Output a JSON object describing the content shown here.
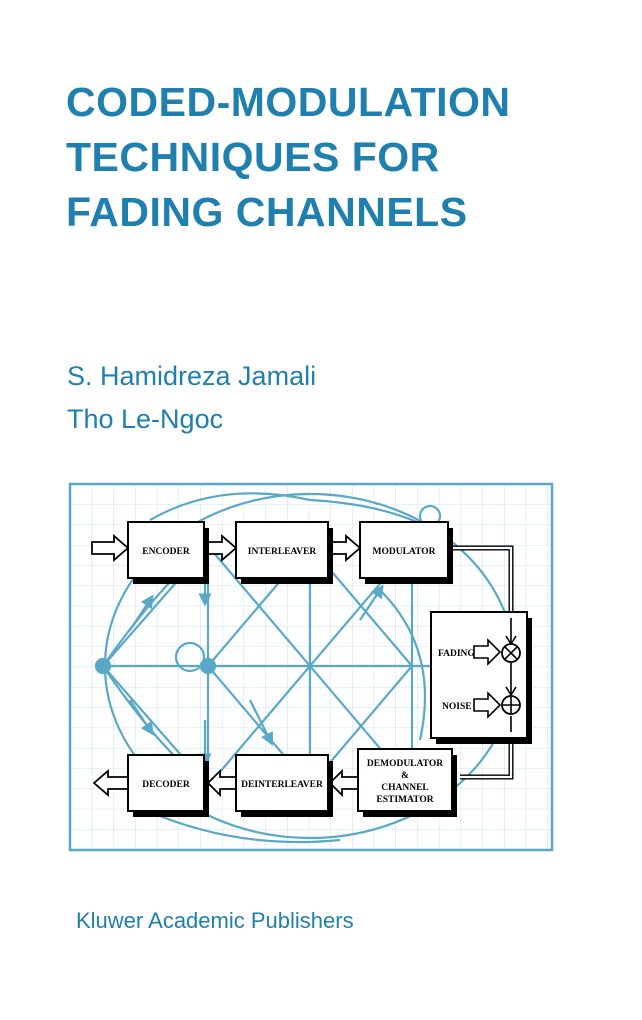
{
  "cover": {
    "title_lines": [
      "CODED-MODULATION",
      "TECHNIQUES FOR",
      "FADING CHANNELS"
    ],
    "authors": [
      "S. Hamidreza Jamali",
      "Tho Le-Ngoc"
    ],
    "publisher": "Kluwer Academic Publishers"
  },
  "diagram": {
    "blocks": {
      "encoder": "ENCODER",
      "interleaver": "INTERLEAVER",
      "modulator": "MODULATOR",
      "channel_fading": "FADING",
      "channel_noise": "NOISE",
      "demodulator_line1": "DEMODULATOR",
      "demodulator_line2": "&",
      "demodulator_line3": "CHANNEL",
      "demodulator_line4": "ESTIMATOR",
      "deinterleaver": "DEINTERLEAVER",
      "decoder": "DECODER"
    }
  },
  "colors": {
    "title": "#1f7fae",
    "diagram_lines": "#5aa8c8",
    "grid": "#b9dce9"
  }
}
